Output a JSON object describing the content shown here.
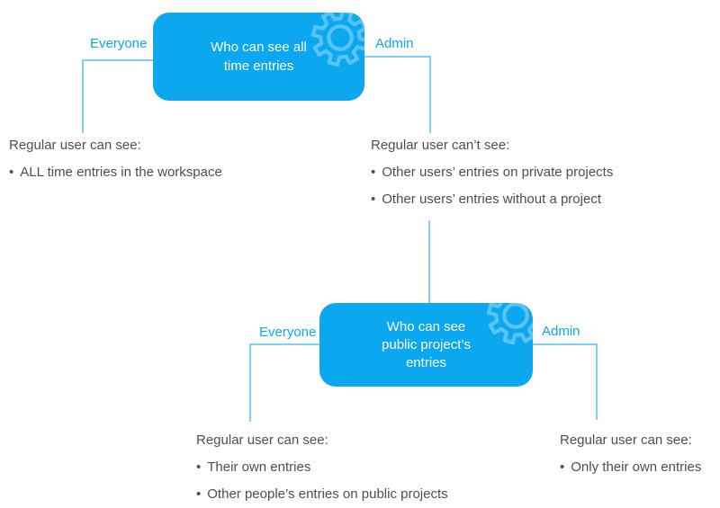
{
  "colors": {
    "node_fill": "#0ba7ef",
    "connector_line": "#4fc3f7",
    "edge_label": "#0ba7ef",
    "body_text": "#4e4e4e",
    "node_text": "#ffffff"
  },
  "bullet_char": "•",
  "sections": [
    {
      "node": {
        "title": "Who can see all\ntime entries"
      },
      "left": {
        "label": "Everyone",
        "heading": "Regular user can see:",
        "bullets": [
          "ALL time entries in the workspace"
        ]
      },
      "right": {
        "label": "Admin",
        "heading": "Regular user can’t see:",
        "bullets": [
          "Other users’ entries on private projects",
          "Other users’ entries without a project"
        ]
      }
    },
    {
      "node": {
        "title": "Who can see\npublic project’s\nentries"
      },
      "left": {
        "label": "Everyone",
        "heading": "Regular user can see:",
        "bullets": [
          "Their own entries",
          "Other people’s entries on public projects"
        ]
      },
      "right": {
        "label": "Admin",
        "heading": "Regular user can see:",
        "bullets": [
          "Only their own entries"
        ]
      }
    }
  ]
}
